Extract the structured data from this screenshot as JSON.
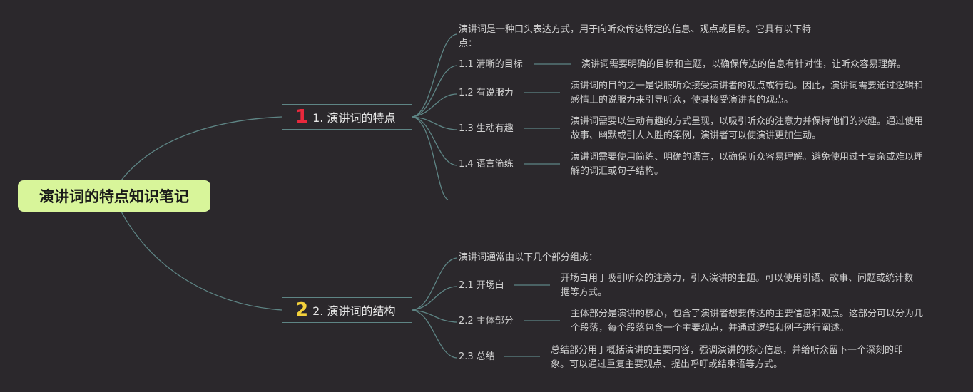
{
  "root": {
    "title": "演讲词的特点知识笔记"
  },
  "branches": [
    {
      "num": "1",
      "label": "1. 演讲词的特点",
      "intro": "演讲词是一种口头表达方式，用于向听众传达特定的信息、观点或目标。它具有以下特点：",
      "items": [
        {
          "label": "1.1 清晰的目标",
          "desc": "演讲词需要明确的目标和主题，以确保传达的信息有针对性，让听众容易理解。"
        },
        {
          "label": "1.2 有说服力",
          "desc": "演讲词的目的之一是说服听众接受演讲者的观点或行动。因此，演讲词需要通过逻辑和感情上的说服力来引导听众，使其接受演讲者的观点。"
        },
        {
          "label": "1.3 生动有趣",
          "desc": "演讲词需要以生动有趣的方式呈现，以吸引听众的注意力并保持他们的兴趣。通过使用故事、幽默或引人入胜的案例，演讲者可以使演讲更加生动。"
        },
        {
          "label": "1.4 语言简练",
          "desc": "演讲词需要使用简练、明确的语言，以确保听众容易理解。避免使用过于复杂或难以理解的词汇或句子结构。"
        }
      ]
    },
    {
      "num": "2",
      "label": "2. 演讲词的结构",
      "intro": "演讲词通常由以下几个部分组成：",
      "items": [
        {
          "label": "2.1 开场白",
          "desc": "开场白用于吸引听众的注意力，引入演讲的主题。可以使用引语、故事、问题或统计数据等方式。"
        },
        {
          "label": "2.2 主体部分",
          "desc": "主体部分是演讲的核心，包含了演讲者想要传达的主要信息和观点。这部分可以分为几个段落，每个段落包含一个主要观点，并通过逻辑和例子进行阐述。"
        },
        {
          "label": "2.3 总结",
          "desc": "总结部分用于概括演讲的主要内容，强调演讲的核心信息，并给听众留下一个深刻的印象。可以通过重复主要观点、提出呼吁或结束语等方式。"
        }
      ]
    }
  ],
  "colors": {
    "background": "#2b282c",
    "root_fill": "#d8f59a",
    "line": "#5e8585",
    "num1": "#e8283c",
    "num2": "#f3d13b"
  }
}
